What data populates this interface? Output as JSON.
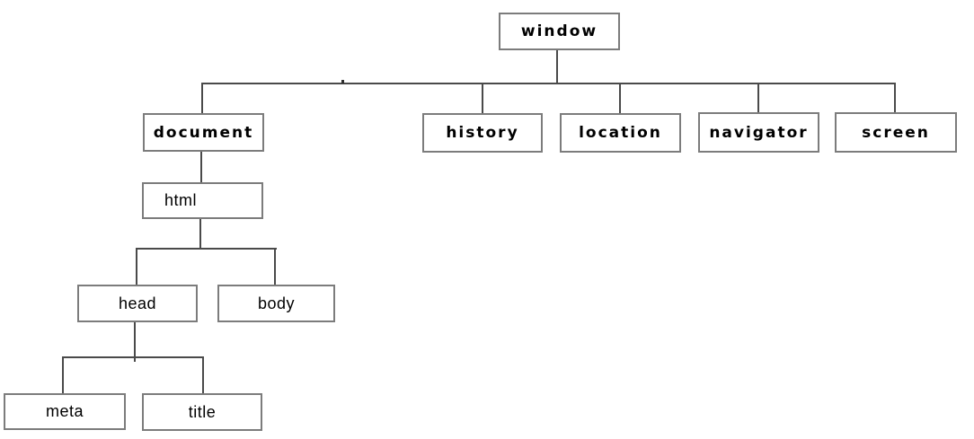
{
  "diagram": {
    "type": "tree",
    "description": "Browser object model hierarchy diagram",
    "colors": {
      "background": "#ffffff",
      "box_border": "#7c7c7c",
      "line": "#4a4a4a",
      "text": "#000000"
    },
    "nodes": {
      "window": {
        "label": "window",
        "style": "bold"
      },
      "document": {
        "label": "document",
        "style": "bold"
      },
      "history": {
        "label": "history",
        "style": "bold"
      },
      "location": {
        "label": "location",
        "style": "bold"
      },
      "navigator": {
        "label": "navigator",
        "style": "bold"
      },
      "screen": {
        "label": "screen",
        "style": "bold"
      },
      "html": {
        "label": "html",
        "style": "regular"
      },
      "head": {
        "label": "head",
        "style": "regular"
      },
      "body": {
        "label": "body",
        "style": "regular"
      },
      "meta": {
        "label": "meta",
        "style": "regular"
      },
      "title": {
        "label": "title",
        "style": "regular"
      }
    },
    "edges": [
      {
        "from": "window",
        "to": "document"
      },
      {
        "from": "window",
        "to": "history"
      },
      {
        "from": "window",
        "to": "location"
      },
      {
        "from": "window",
        "to": "navigator"
      },
      {
        "from": "window",
        "to": "screen"
      },
      {
        "from": "document",
        "to": "html"
      },
      {
        "from": "html",
        "to": "head"
      },
      {
        "from": "html",
        "to": "body"
      },
      {
        "from": "head",
        "to": "meta"
      },
      {
        "from": "head",
        "to": "title"
      }
    ]
  }
}
